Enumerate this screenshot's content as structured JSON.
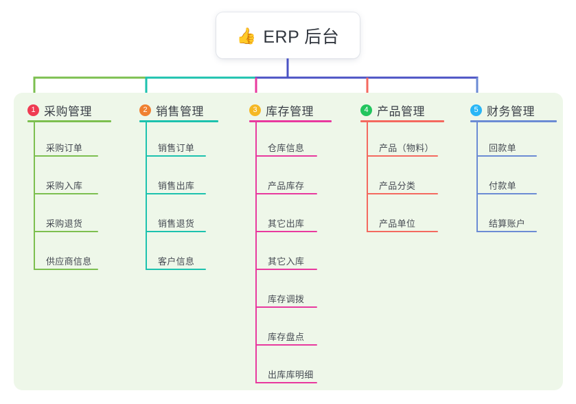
{
  "title": {
    "emoji": "👍",
    "emoji_name": "thumbs-up-icon",
    "text": "ERP 后台"
  },
  "palette": {
    "panel_bg": "#eef7e9",
    "page_bg": "#ffffff",
    "trunk": "#4a52c4",
    "text": "#464b53",
    "heading_text": "#3a3f47"
  },
  "columns": [
    {
      "number": "1",
      "title": "采购管理",
      "badge_color": "#ef3b52",
      "line_color": "#7cbf4f",
      "items": [
        {
          "label": "采购订单"
        },
        {
          "label": "采购入库"
        },
        {
          "label": "采购退货"
        },
        {
          "label": "供应商信息"
        }
      ]
    },
    {
      "number": "2",
      "title": "销售管理",
      "badge_color": "#f08030",
      "line_color": "#1cc2ae",
      "items": [
        {
          "label": "销售订单"
        },
        {
          "label": "销售出库"
        },
        {
          "label": "销售退货"
        },
        {
          "label": "客户信息"
        }
      ]
    },
    {
      "number": "3",
      "title": "库存管理",
      "badge_color": "#f5b824",
      "line_color": "#e8399e",
      "items": [
        {
          "label": "仓库信息"
        },
        {
          "label": "产品库存"
        },
        {
          "label": "其它出库"
        },
        {
          "label": "其它入库"
        },
        {
          "label": "库存调拨"
        },
        {
          "label": "库存盘点"
        },
        {
          "label": "出库库明细"
        }
      ]
    },
    {
      "number": "4",
      "title": "产品管理",
      "badge_color": "#22c55e",
      "line_color": "#f4695f",
      "items": [
        {
          "label": "产品（物料）"
        },
        {
          "label": "产品分类"
        },
        {
          "label": "产品单位"
        }
      ]
    },
    {
      "number": "5",
      "title": "财务管理",
      "badge_color": "#29b6f6",
      "line_color": "#6b8bd4",
      "items": [
        {
          "label": "回款单"
        },
        {
          "label": "付款单"
        },
        {
          "label": "结算账户"
        }
      ]
    }
  ]
}
